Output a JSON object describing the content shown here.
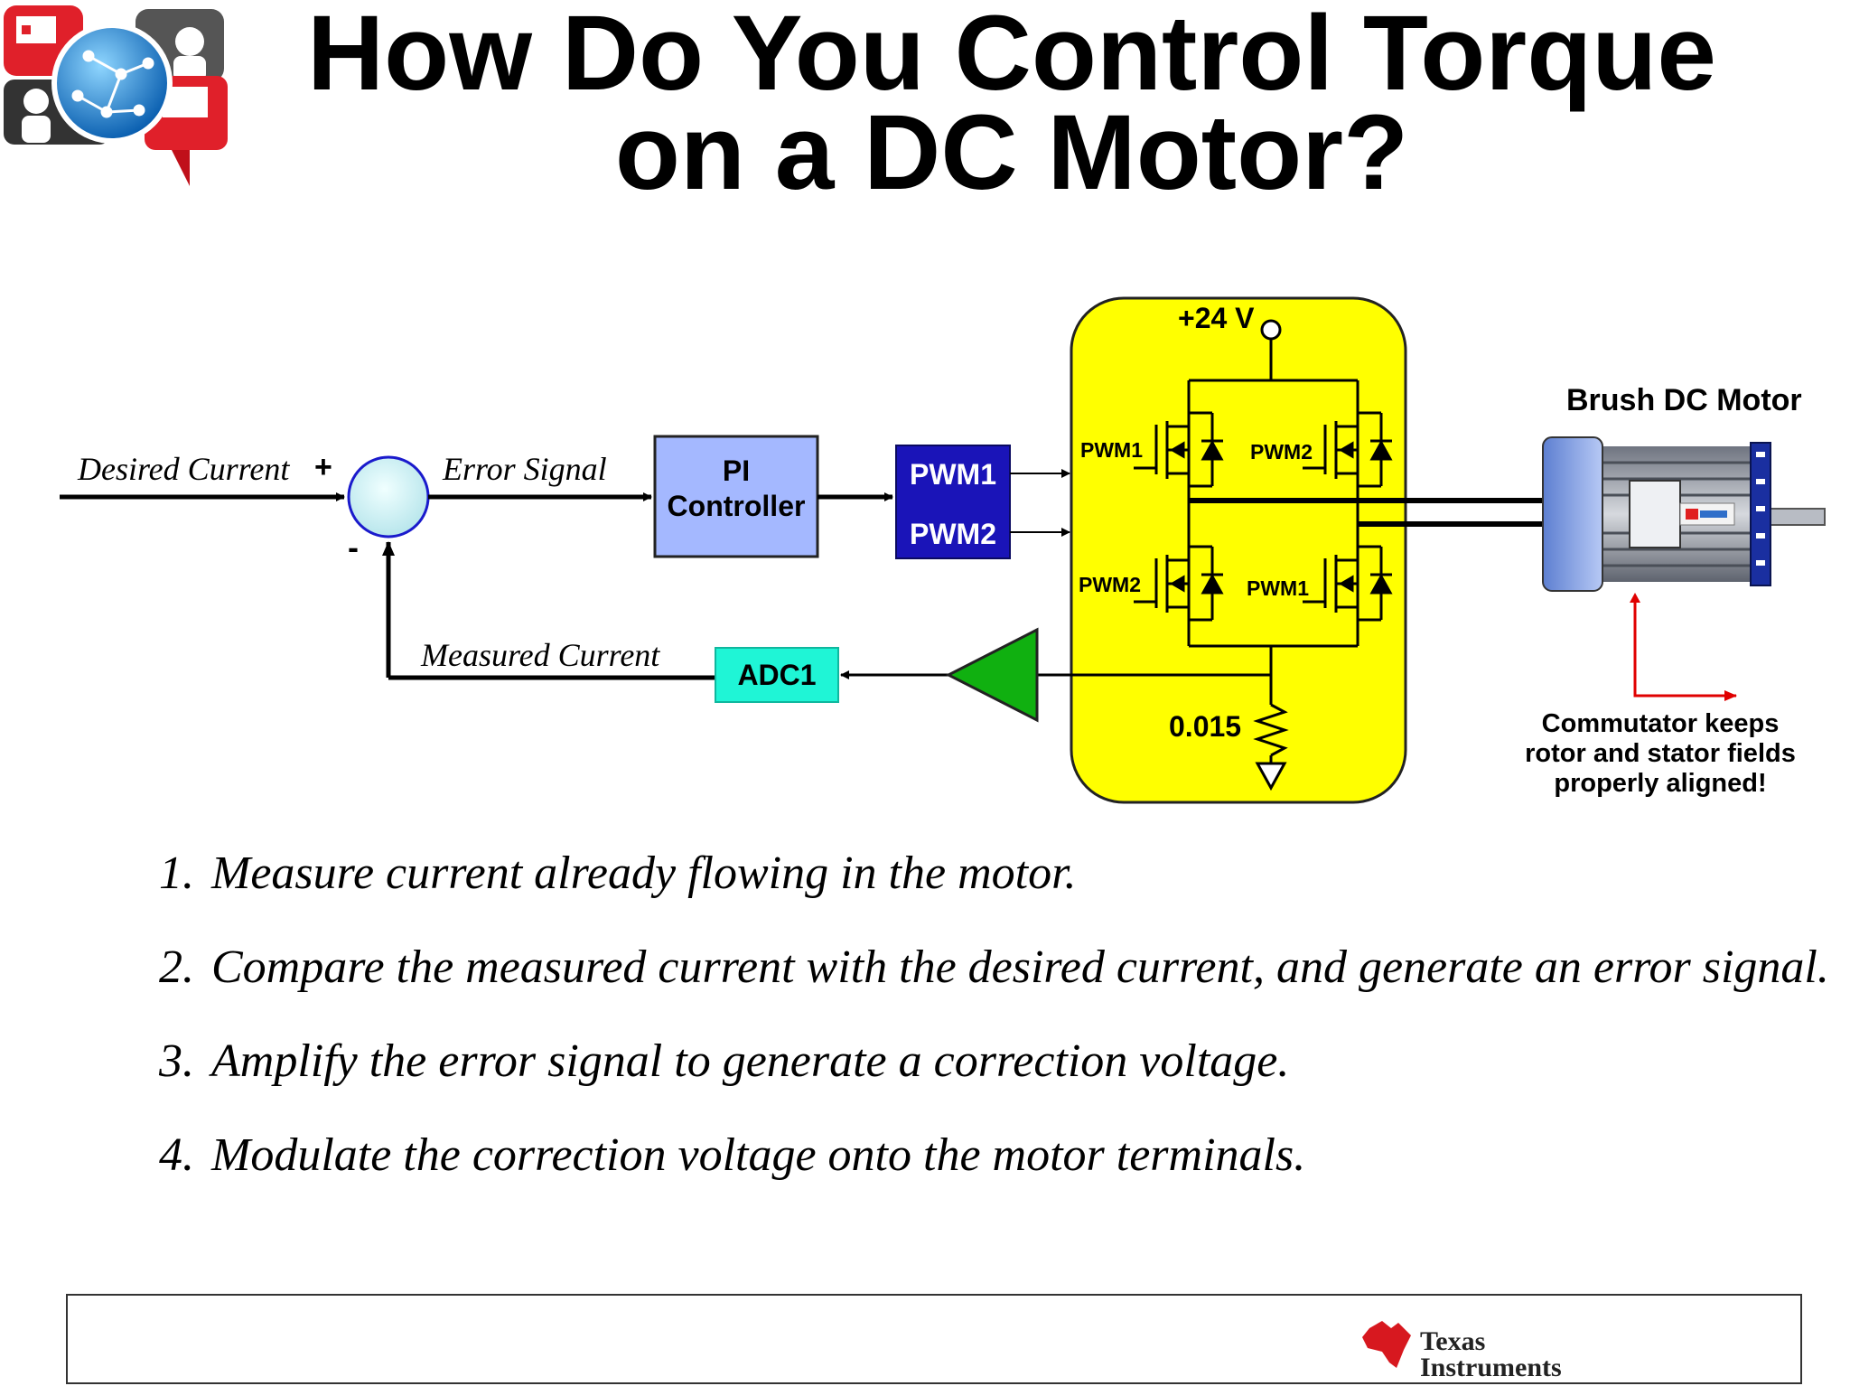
{
  "title": {
    "line1": "How Do You Control Torque",
    "line2": "on a DC Motor?"
  },
  "diagram": {
    "desired_current_label": "Desired Current",
    "plus_sign": "+",
    "minus_sign": "-",
    "error_signal_label": "Error Signal",
    "pi_controller": {
      "line1": "PI",
      "line2": "Controller"
    },
    "pwm_block": {
      "line1": "PWM1",
      "line2": "PWM2"
    },
    "bridge": {
      "supply_label": "+24 V",
      "gate_top_left": "PWM1",
      "gate_top_right": "PWM2",
      "gate_bottom_left": "PWM2",
      "gate_bottom_right": "PWM1",
      "shunt_label": "0.015"
    },
    "measured_current_label": "Measured Current",
    "adc_label": "ADC1",
    "motor_label": "Brush DC Motor",
    "motor_note": {
      "line1": "Commutator keeps",
      "line2": "rotor and stator fields",
      "line3": "properly aligned!"
    },
    "colors": {
      "pi_fill": "#a4b8ff",
      "pwm_fill": "#1a14b8",
      "adc_fill": "#1ff5d6",
      "bridge_fill": "#ffff00",
      "amp_fill": "#10b010",
      "note_arrow": "#e00000"
    }
  },
  "steps": [
    {
      "num": "1.",
      "text": "Measure current already flowing in the motor."
    },
    {
      "num": "2.",
      "text": "Compare the measured current with the desired current, and generate an error signal."
    },
    {
      "num": "3.",
      "text": "Amplify the error signal to generate a correction voltage."
    },
    {
      "num": "4.",
      "text": "Modulate the correction voltage onto the motor terminals."
    }
  ],
  "footer": {
    "logo_text_line1": "Texas",
    "logo_text_line2": "Instruments"
  },
  "icons": {
    "top_left_logo": "globe-network-icon"
  }
}
